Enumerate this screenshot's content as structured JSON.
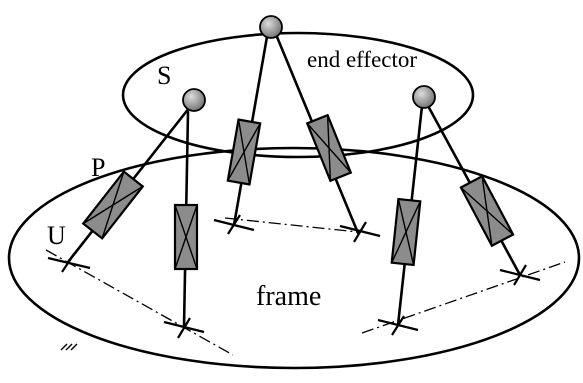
{
  "diagram": {
    "labels": {
      "spherical": "S",
      "prismatic": "P",
      "universal": "U",
      "end_effector": "end effector",
      "frame": "frame"
    },
    "legs_count": 6,
    "colors": {
      "stroke": "#000000",
      "actuator_fill": "#8c8c8c",
      "sphere_light": "#dcdcdc",
      "sphere_dark": "#6e6e6e"
    }
  }
}
